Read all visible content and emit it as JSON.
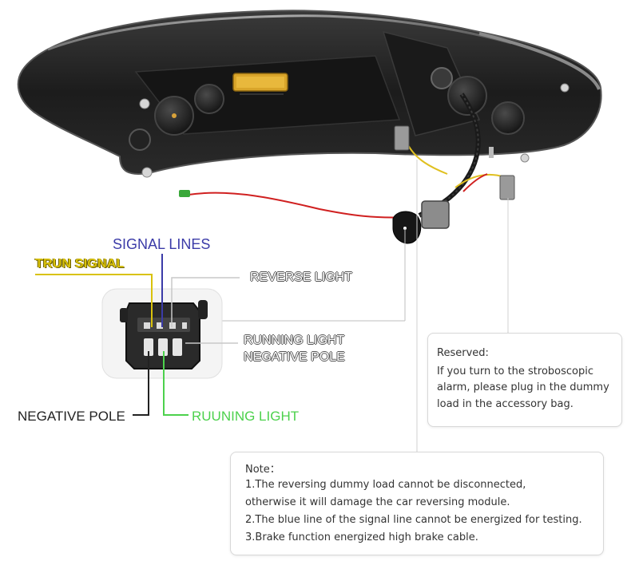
{
  "labels": {
    "signal_lines": "SIGNAL LINES",
    "trun_signal": "TRUN SIGNAL",
    "reverse_light": "REVERSE LIGHT",
    "running_light_negative_pole": [
      "RUNNING LIGHT",
      "NEGATIVE POLE"
    ],
    "negative_pole": "NEGATIVE POLE",
    "ruuning_light": "RUUNING LIGHT"
  },
  "reserved_box": {
    "title": "Reserved:",
    "lines": [
      "If you turn to the stroboscopic",
      "alarm, please plug in the dummy",
      "load in the accessory bag."
    ]
  },
  "note_box": {
    "title": "Note：",
    "lines": [
      "1.The reversing dummy load cannot be disconnected,",
      "otherwise it will damage the car reversing module.",
      "2.The blue line of the signal line cannot be energized for testing.",
      "3.Brake function energized high brake cable."
    ]
  },
  "colors": {
    "signal_line": "#3b3ba8",
    "turn_signal": "#d9c20c",
    "running_light": "#4cd14c",
    "negative_pole": "#222222",
    "leader_line": "#bfbfbf"
  }
}
